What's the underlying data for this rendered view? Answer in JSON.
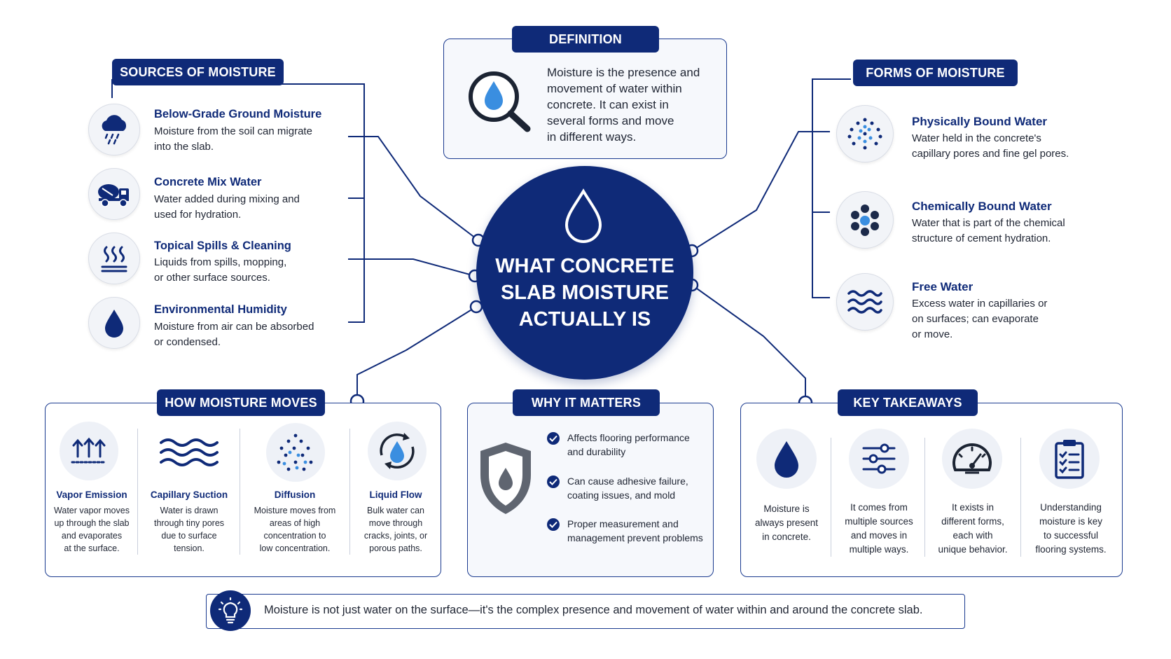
{
  "center": {
    "line1": "WHAT CONCRETE",
    "line2": "SLAB MOISTURE",
    "line3": "ACTUALLY IS",
    "icon": "water-drop-icon"
  },
  "definition": {
    "heading": "DEFINITION",
    "lines": [
      "Moisture is the presence and",
      "movement of water within",
      "concrete. It can exist in",
      "several forms and move",
      "in different ways."
    ],
    "icon": "magnifier-drop-icon"
  },
  "sources": {
    "heading": "SOURCES OF MOISTURE",
    "items": [
      {
        "title": "Below-Grade Ground Moisture",
        "line1": "Moisture from the soil can migrate",
        "line2": "into the slab.",
        "icon": "rain-cloud-icon"
      },
      {
        "title": "Concrete Mix Water",
        "line1": "Water added during mixing and",
        "line2": "used for hydration.",
        "icon": "cement-truck-icon"
      },
      {
        "title": "Topical Spills & Cleaning",
        "line1": "Liquids from spills, mopping,",
        "line2": "or other surface sources.",
        "icon": "steam-icon"
      },
      {
        "title": "Environmental Humidity",
        "line1": "Moisture from air can be absorbed",
        "line2": "or condensed.",
        "icon": "drop-icon"
      }
    ]
  },
  "forms": {
    "heading": "FORMS OF MOISTURE",
    "items": [
      {
        "title": "Physically Bound Water",
        "line1": "Water held in the concrete's",
        "line2": "capillary pores and fine gel pores.",
        "line3": "",
        "icon": "dots-icon"
      },
      {
        "title": "Chemically Bound Water",
        "line1": "Water that is part of the chemical",
        "line2": "structure of cement hydration.",
        "line3": "",
        "icon": "molecule-icon"
      },
      {
        "title": "Free Water",
        "line1": "Excess water in capillaries or",
        "line2": "on surfaces; can evaporate",
        "line3": "or move.",
        "icon": "waves-icon"
      }
    ]
  },
  "moves": {
    "heading": "HOW MOISTURE MOVES",
    "items": [
      {
        "title": "Vapor Emission",
        "lines": [
          "Water vapor moves",
          "up through the slab",
          "and evaporates",
          "at the surface."
        ],
        "icon": "arrows-up-icon"
      },
      {
        "title": "Capillary Suction",
        "lines": [
          "Water is drawn",
          "through tiny pores",
          "due to surface",
          "tension."
        ],
        "icon": "waves-icon"
      },
      {
        "title": "Diffusion",
        "lines": [
          "Moisture moves from",
          "areas of high",
          "concentration to",
          "low concentration."
        ],
        "icon": "diffusion-dots-icon"
      },
      {
        "title": "Liquid Flow",
        "lines": [
          "Bulk water can",
          "move through",
          "cracks, joints, or",
          "porous paths."
        ],
        "icon": "cycle-drop-icon"
      }
    ]
  },
  "matters": {
    "heading": "WHY IT MATTERS",
    "icon": "shield-drop-icon",
    "items": [
      {
        "line1": "Affects flooring performance",
        "line2": "and durability"
      },
      {
        "line1": "Can cause adhesive failure,",
        "line2": "coating issues, and mold"
      },
      {
        "line1": "Proper measurement and",
        "line2": "management prevent problems"
      }
    ]
  },
  "takeaways": {
    "heading": "KEY TAKEAWAYS",
    "items": [
      {
        "lines": [
          "Moisture is",
          "always present",
          "in concrete."
        ],
        "icon": "drop-icon"
      },
      {
        "lines": [
          "It comes from",
          "multiple sources",
          "and moves in",
          "multiple ways."
        ],
        "icon": "sliders-icon"
      },
      {
        "lines": [
          "It exists in",
          "different forms,",
          "each with",
          "unique behavior."
        ],
        "icon": "gauge-icon"
      },
      {
        "lines": [
          "Understanding",
          "moisture is key",
          "to successful",
          "flooring systems."
        ],
        "icon": "clipboard-icon"
      }
    ]
  },
  "footer": {
    "text": "Moisture is not just water on the surface—it's the complex presence and movement of water within and around the concrete slab.",
    "icon": "lightbulb-icon"
  },
  "colors": {
    "navy": "#0f2a78",
    "accent": "#2e86de",
    "light": "#f2f4f8"
  }
}
